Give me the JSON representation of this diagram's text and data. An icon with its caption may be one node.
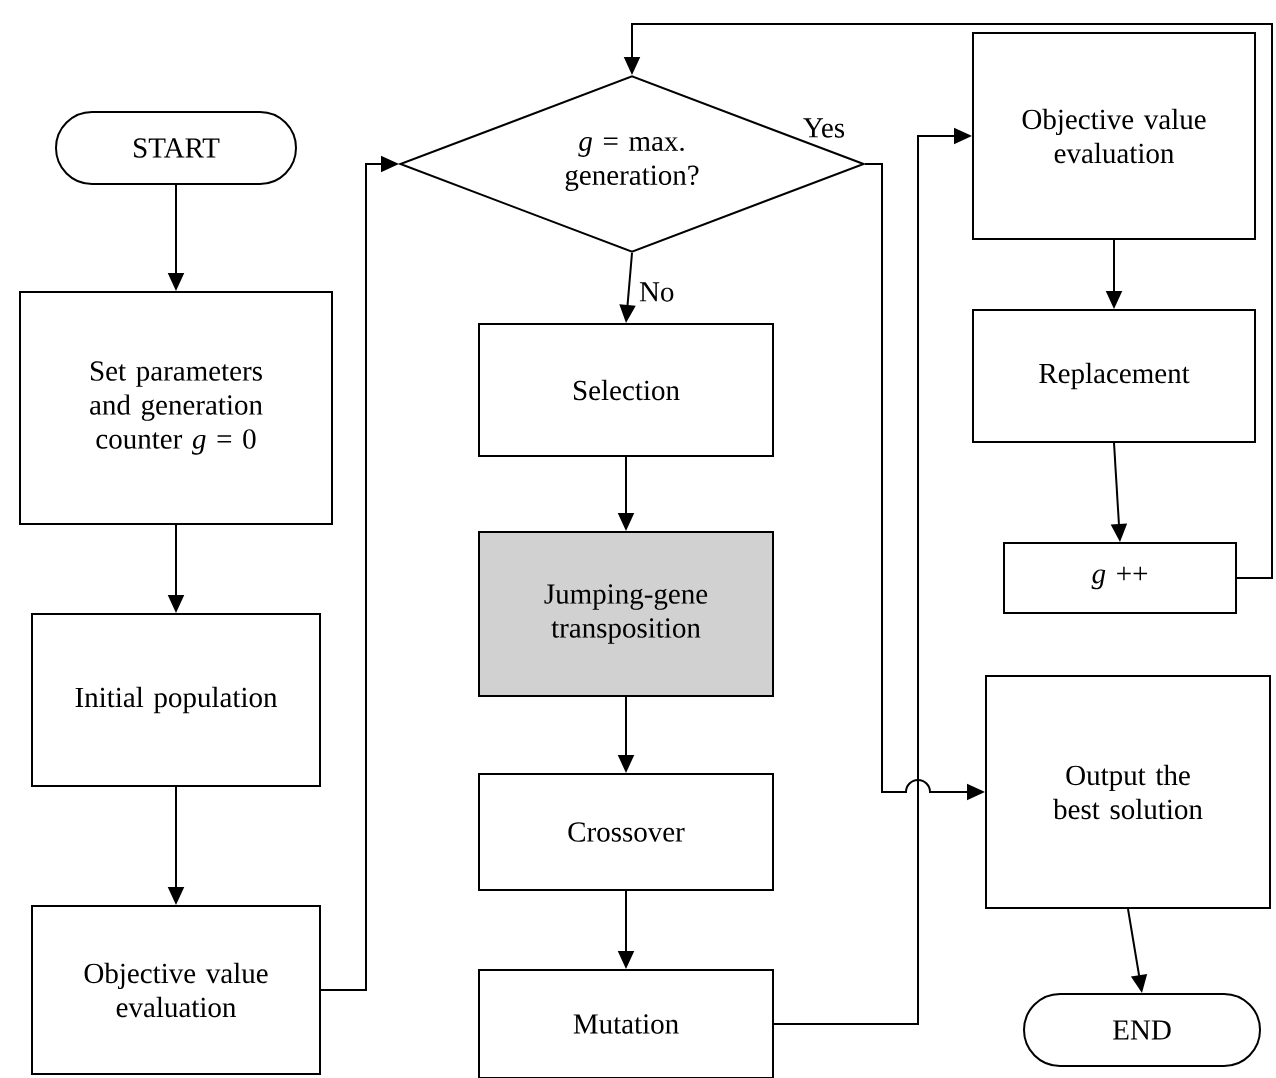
{
  "diagram": {
    "nodes": [
      {
        "text": [
          "START"
        ]
      },
      {
        "text": [
          "Set parameters and generation counter *g* = 0"
        ]
      },
      {
        "text": [
          "Initial population"
        ]
      },
      {
        "text": [
          "Objective value evaluation"
        ]
      },
      {
        "text": [
          "*g* = max. generation?"
        ]
      },
      {
        "text": [
          "Selection"
        ]
      },
      {
        "text": [
          "Jumping-gene transposition"
        ]
      },
      {
        "text": [
          "Crossover"
        ]
      },
      {
        "text": [
          "Mutation"
        ]
      },
      {
        "text": [
          "Objective value evaluation"
        ]
      },
      {
        "text": [
          "Replacement"
        ]
      },
      {
        "text": [
          "*g* ++"
        ]
      },
      {
        "text": [
          "Output the best solution"
        ]
      },
      {
        "text": [
          "END"
        ]
      }
    ],
    "edges": [
      {
        "from": 0,
        "to": 1,
        "arrow": "to"
      },
      {
        "from": 1,
        "to": 2,
        "arrow": "to"
      },
      {
        "from": 2,
        "to": 3,
        "arrow": "to"
      },
      {
        "from": 3,
        "to": 4,
        "arrow": "to"
      },
      {
        "from": 4,
        "to": 5,
        "arrow": "to",
        "label": "No"
      },
      {
        "from": 5,
        "to": 6,
        "arrow": "to"
      },
      {
        "from": 6,
        "to": 7,
        "arrow": "to"
      },
      {
        "from": 7,
        "to": 8,
        "arrow": "to"
      },
      {
        "from": 8,
        "to": 9,
        "arrow": "to"
      },
      {
        "from": 9,
        "to": 10,
        "arrow": "to"
      },
      {
        "from": 10,
        "to": 11,
        "arrow": "to"
      },
      {
        "from": 11,
        "to": 4,
        "arrow": "to"
      },
      {
        "from": 4,
        "to": 12,
        "arrow": "to",
        "label": "Yes"
      },
      {
        "from": 12,
        "to": 13,
        "arrow": "to"
      }
    ]
  }
}
